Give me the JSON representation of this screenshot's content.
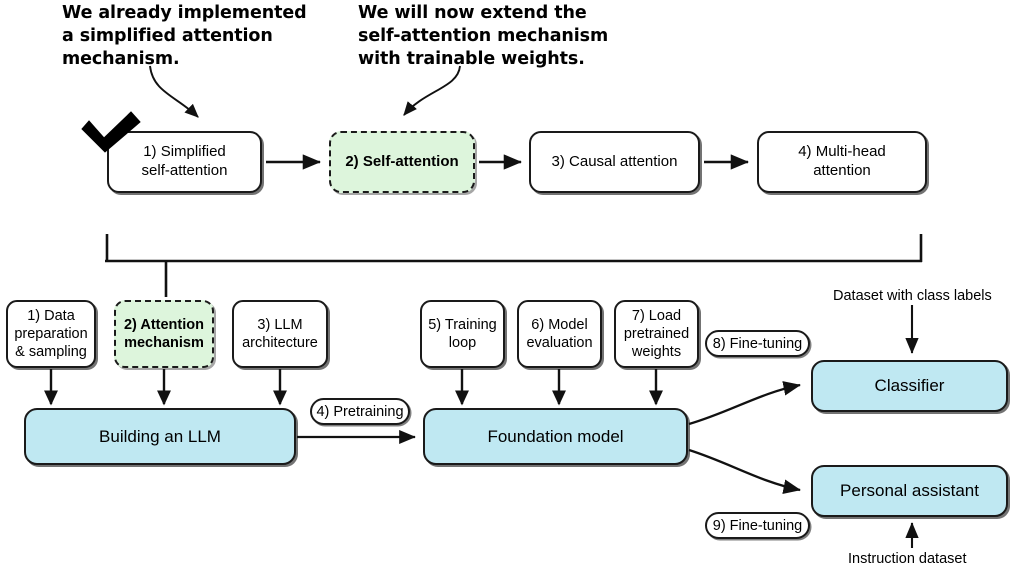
{
  "diagram": {
    "title": "LLM build pipeline with attention-stage callouts",
    "colors": {
      "highlight_green": "#ddf5dc",
      "node_blue": "#bfe8f2",
      "stroke": "#1a1a1a",
      "background": "#ffffff"
    },
    "annotations": [
      {
        "id": "note-left",
        "text": "We already implemented\na simplified attention\nmechanism."
      },
      {
        "id": "note-right",
        "text": "We will now extend the\nself-attention mechanism\nwith trainable weights."
      }
    ],
    "attention_row": {
      "items": [
        {
          "id": "simplified-self-attention",
          "text": "1) Simplified\nself-attention",
          "style": "plain",
          "checked": true
        },
        {
          "id": "self-attention",
          "text": "2) Self-attention",
          "style": "highlight",
          "checked": false
        },
        {
          "id": "causal-attention",
          "text": "3) Causal attention",
          "style": "plain",
          "checked": false
        },
        {
          "id": "multi-head-attention",
          "text": "4) Multi-head\nattention",
          "style": "plain",
          "checked": false
        }
      ]
    },
    "stage_row": {
      "items": [
        {
          "id": "data-preparation",
          "text": "1) Data\npreparation\n& sampling",
          "style": "plain"
        },
        {
          "id": "attention-mechanism",
          "text": "2) Attention\nmechanism",
          "style": "highlight"
        },
        {
          "id": "llm-architecture",
          "text": "3) LLM\narchitecture",
          "style": "plain"
        },
        {
          "id": "training-loop",
          "text": "5) Training\nloop",
          "style": "plain"
        },
        {
          "id": "model-evaluation",
          "text": "6) Model\nevaluation",
          "style": "plain"
        },
        {
          "id": "load-pretrained-weights",
          "text": "7) Load\npretrained\nweights",
          "style": "plain"
        }
      ]
    },
    "pills": [
      {
        "id": "pretraining",
        "text": "4) Pretraining"
      },
      {
        "id": "fine-tuning-classifier",
        "text": "8) Fine-tuning"
      },
      {
        "id": "fine-tuning-assistant",
        "text": "9) Fine-tuning"
      }
    ],
    "main_nodes": [
      {
        "id": "building-an-llm",
        "text": "Building an LLM"
      },
      {
        "id": "foundation-model",
        "text": "Foundation model"
      },
      {
        "id": "classifier",
        "text": "Classifier"
      },
      {
        "id": "personal-assistant",
        "text": "Personal assistant"
      }
    ],
    "input_labels": [
      {
        "id": "dataset-with-class-labels",
        "text": "Dataset with class labels"
      },
      {
        "id": "instruction-dataset",
        "text": "Instruction dataset"
      }
    ]
  }
}
